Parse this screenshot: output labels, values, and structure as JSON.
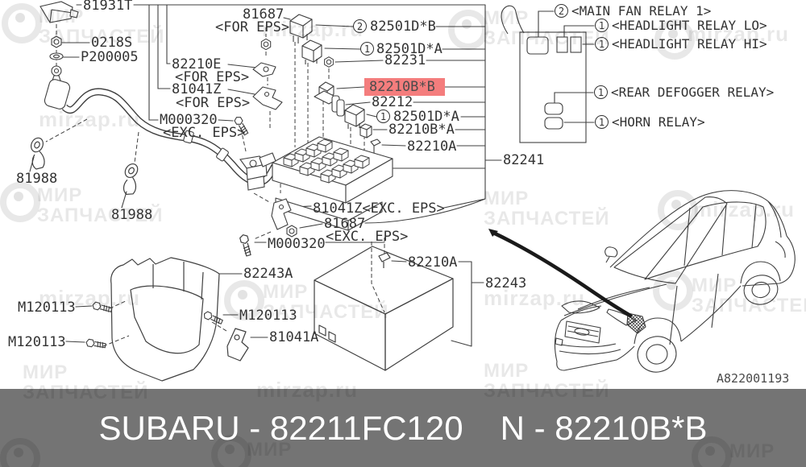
{
  "watermark": {
    "line1": "МИР",
    "line2": "ЗАПЧАСТЕЙ",
    "site": "mirzap.ru"
  },
  "colors": {
    "highlight": "#f47d7d",
    "footer_bg": "#747474",
    "line": "#3f3f3f"
  },
  "parts": {
    "connector": "81931T",
    "nut_small": "0218S",
    "washer": "P200005",
    "bracket_eps": "82210E",
    "stay_eps": "81041Z",
    "for_eps": "<FOR EPS>",
    "exc_eps": "<EXC. EPS>",
    "cover_81687": "81687",
    "bolt_m000320": "M000320",
    "hook": "81988",
    "relay_b": "82501D*B",
    "relay_a": "82501D*A",
    "nut_82231": "82231",
    "fuse_box_bb": "82210B*B",
    "joint_82212": "82212",
    "fuse_box_ba": "82210B*A",
    "clip": "82210A",
    "assy_82241": "82241",
    "stay_exc": "81041Z<EXC. EPS>",
    "lower_cover": "82243A",
    "upper_cover": "82243",
    "bolt_m120113": "M120113",
    "bracket_81041a": "81041A",
    "qty1": "1",
    "qty2": "2"
  },
  "relays": {
    "main_fan": "<MAIN FAN RELAY 1>",
    "headlight_lo": "<HEADLIGHT RELAY LO>",
    "headlight_hi": "<HEADLIGHT RELAY HI>",
    "rear_defogger": "<REAR DEFOGGER RELAY>",
    "horn": "<HORN RELAY>"
  },
  "drawing_number": "A822001193",
  "footer": {
    "brand_part": "SUBARU - 82211FC120",
    "ref_part": "N - 82210B*B"
  }
}
